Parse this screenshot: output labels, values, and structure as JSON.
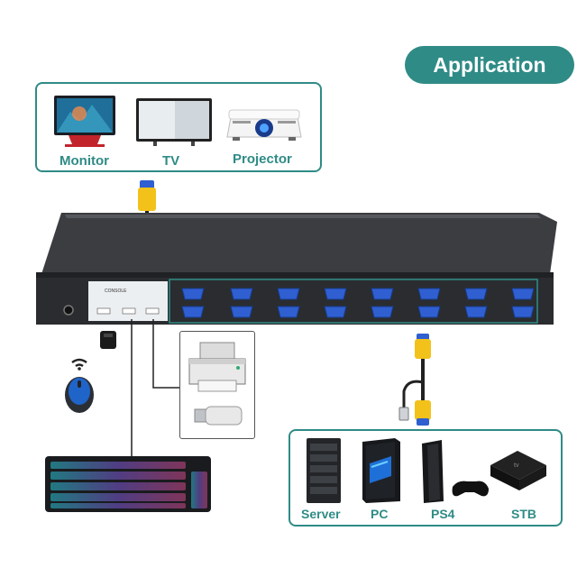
{
  "header": {
    "title": "Application"
  },
  "outputs": {
    "items": [
      {
        "label": "Monitor",
        "icon": "monitor-icon"
      },
      {
        "label": "TV",
        "icon": "tv-icon"
      },
      {
        "label": "Projector",
        "icon": "projector-icon"
      }
    ]
  },
  "inputs": {
    "items": [
      {
        "label": "Server",
        "icon": "server-icon"
      },
      {
        "label": "PC",
        "icon": "pc-tower-icon"
      },
      {
        "label": "PS4",
        "icon": "ps4-console-icon"
      },
      {
        "label": "STB",
        "icon": "set-top-box-icon"
      }
    ]
  },
  "colors": {
    "accent": "#2f8b86",
    "device_body": "#2b2d30",
    "vga_port": "#2f5fd0",
    "cable_yellow": "#f2c21b"
  }
}
